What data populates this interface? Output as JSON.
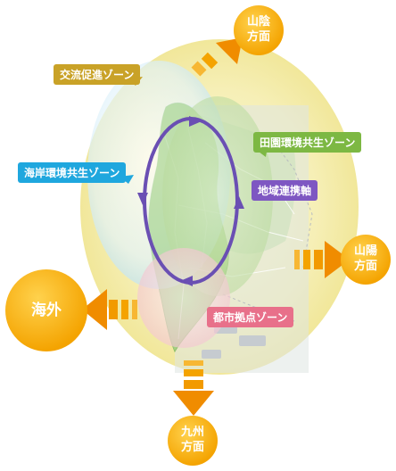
{
  "zones": {
    "exchange": "交流促進ゾーン",
    "coast": "海岸環境共生ゾーン",
    "rural": "田園環境共生ゾーン",
    "urban": "都市拠点ゾーン"
  },
  "axis_label": "地域連携軸",
  "directions": {
    "sanin_1": "山陰",
    "sanin_2": "方面",
    "sanyo_1": "山陽",
    "sanyo_2": "方面",
    "kyushu_1": "九州",
    "kyushu_2": "方面",
    "overseas": "海外"
  },
  "colors": {
    "orange": "#F5A400",
    "exchange": "#C9A227",
    "coast": "#1FA7DE",
    "rural": "#7DB843",
    "urban": "#E8708A",
    "axis": "#7E57C2"
  }
}
